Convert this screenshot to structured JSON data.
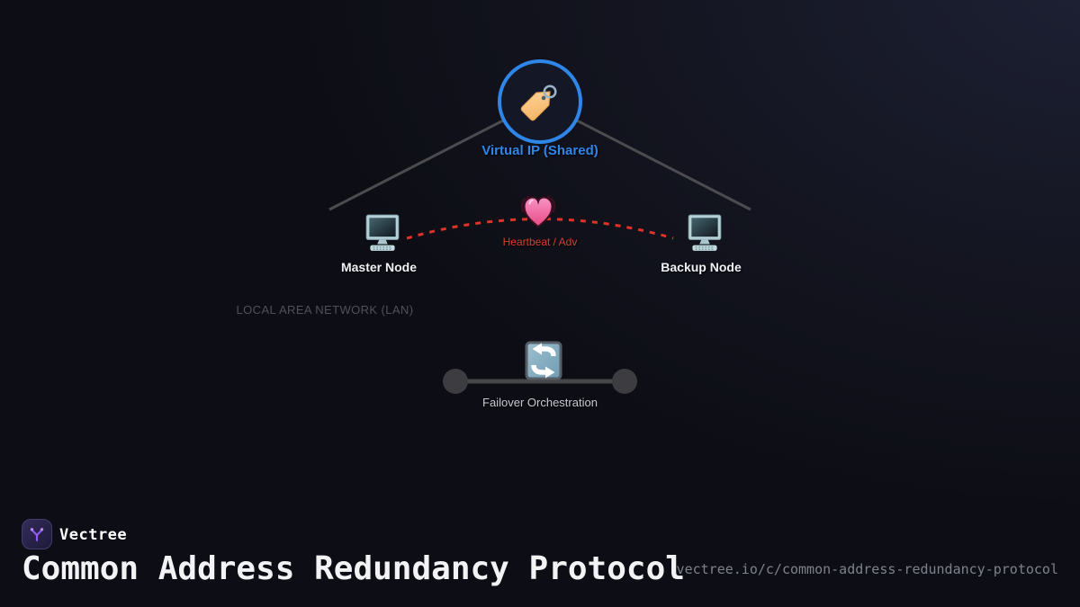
{
  "brand": {
    "name": "Vectree",
    "logo_icon": "vectree-branch-icon"
  },
  "footer": {
    "title": "Common Address Redundancy Protocol",
    "url": "vectree.io/c/common-address-redundancy-protocol"
  },
  "diagram": {
    "virtual_ip": {
      "label": "Virtual IP (Shared)",
      "icon": "tag-icon",
      "accent_color": "#2e86e8"
    },
    "master_node": {
      "label": "Master Node",
      "icon": "desktop-monitor-icon"
    },
    "backup_node": {
      "label": "Backup Node",
      "icon": "desktop-monitor-icon"
    },
    "heartbeat": {
      "label": "Heartbeat / Adv",
      "icon": "beating-heart-icon",
      "accent_color": "#df3b31"
    },
    "lan": {
      "label": "LOCAL AREA NETWORK (LAN)"
    },
    "failover": {
      "label": "Failover Orchestration",
      "icon": "counterclockwise-arrows-icon"
    }
  },
  "colors": {
    "background_dark": "#0d0e15",
    "background_glow": "#1d2134",
    "connector_gray": "#4b4b50",
    "heartbeat_red": "#df3b31",
    "virtual_ip_blue": "#2e86e8",
    "brand_purple": "#8b5cf6"
  }
}
